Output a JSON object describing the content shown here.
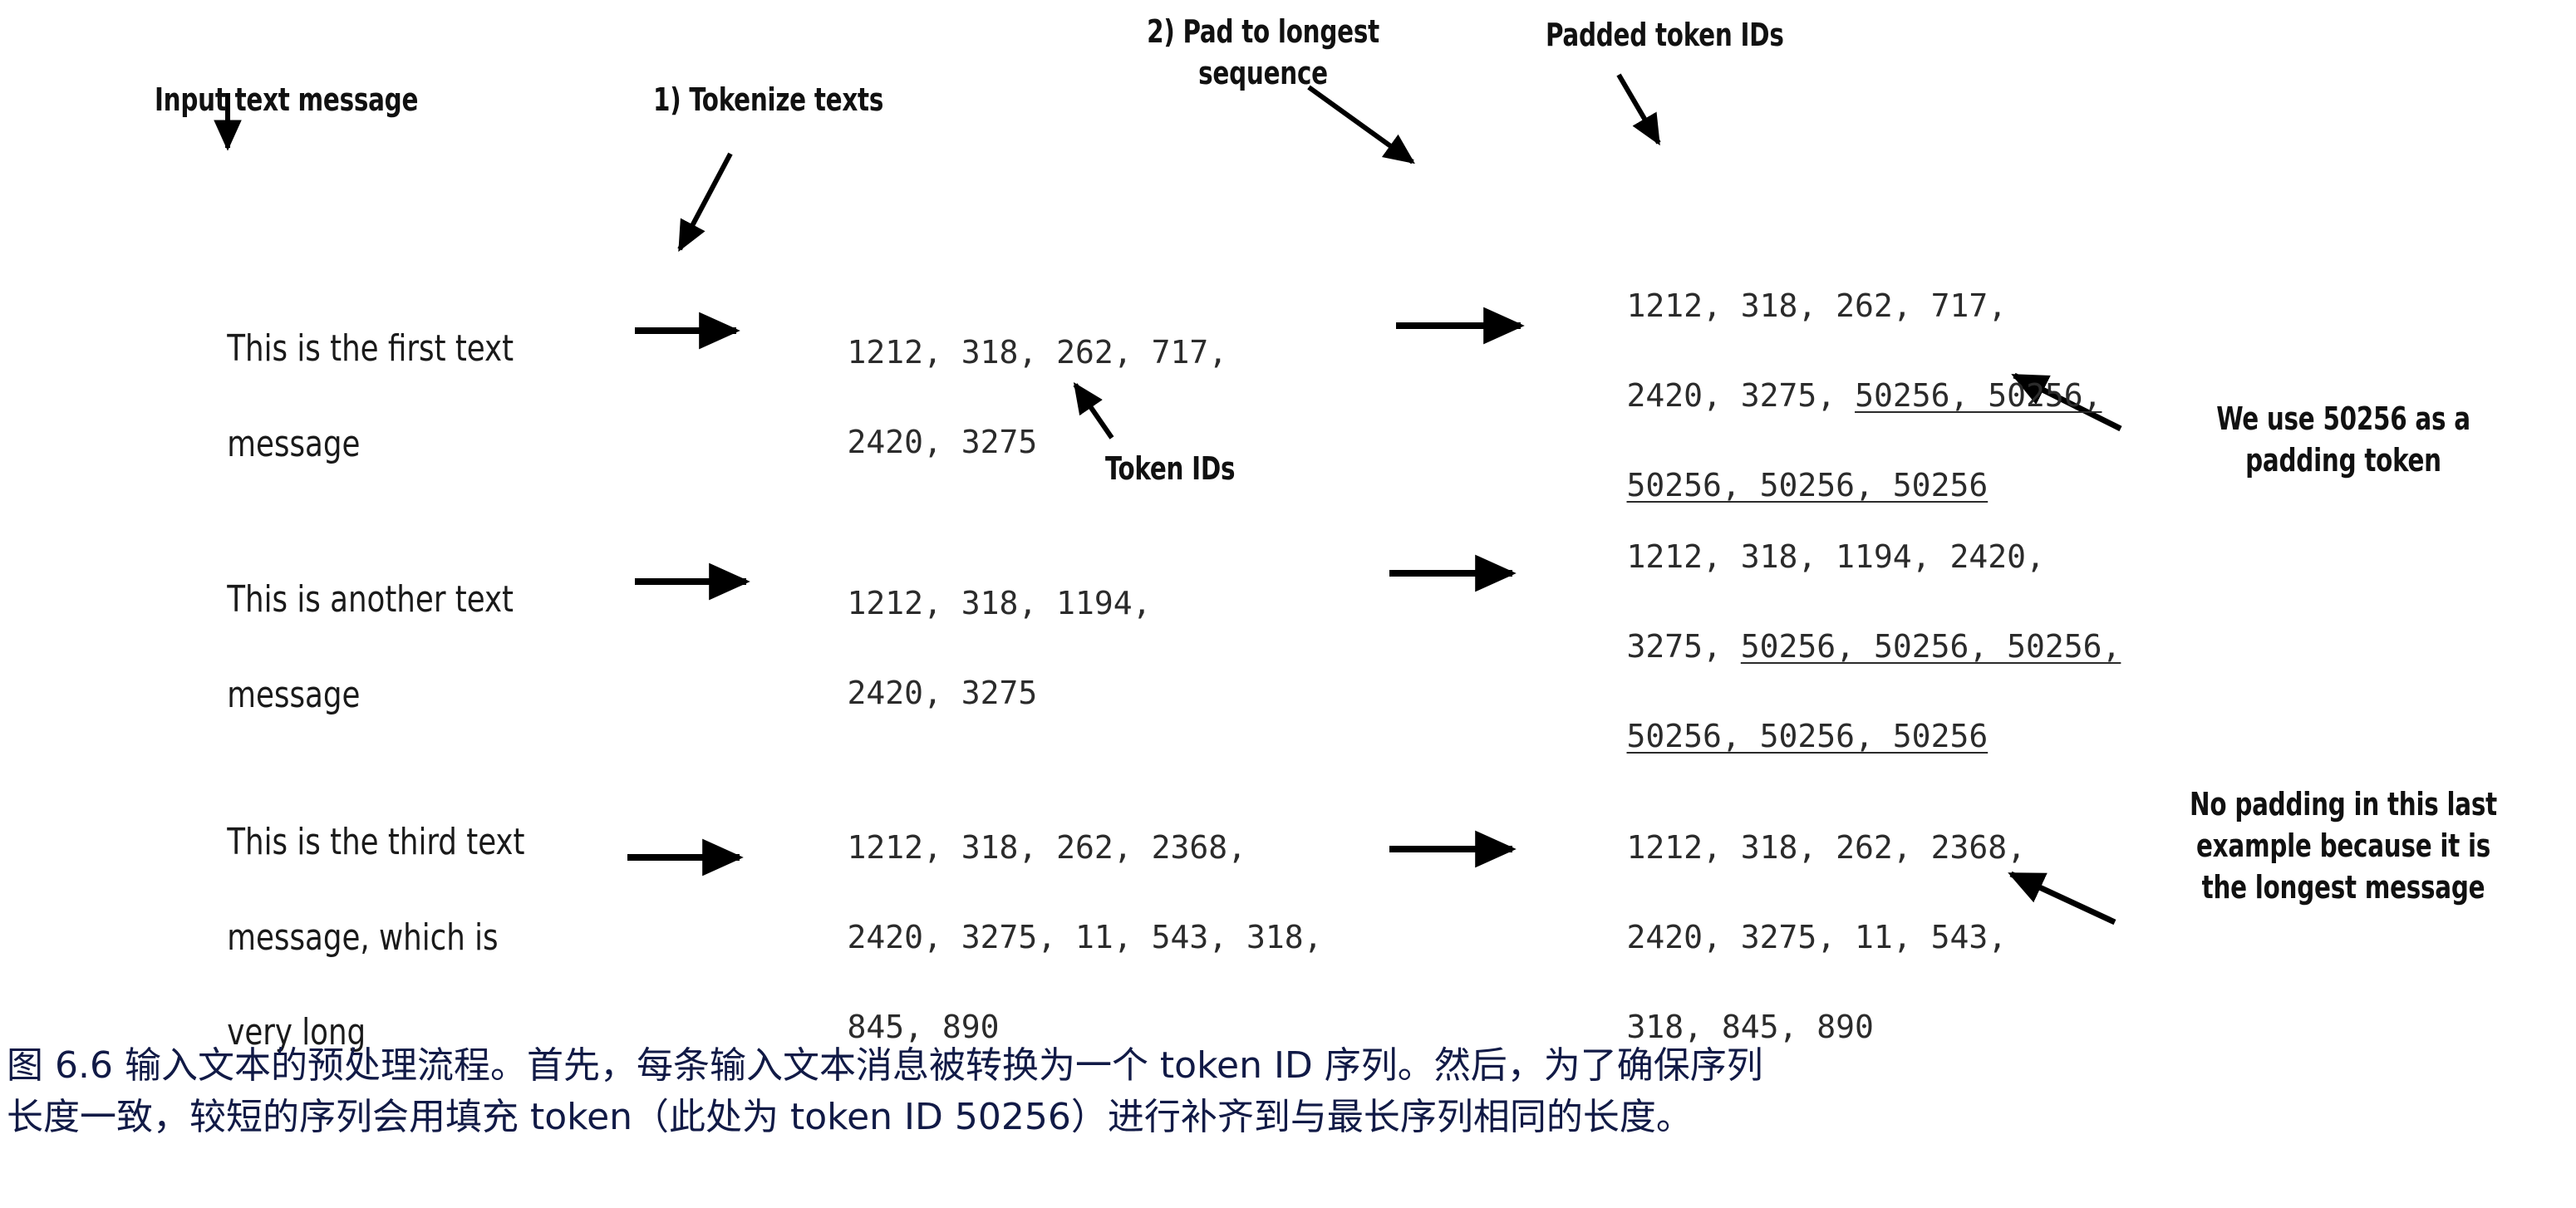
{
  "figure": {
    "headers": {
      "input_label": "Input text message",
      "step1_label": "1) Tokenize texts",
      "step2_label_line1": "2) Pad to longest",
      "step2_label_line2": "sequence",
      "padded_label": "Padded token IDs",
      "token_ids_label": "Token IDs"
    },
    "rows": [
      {
        "message_line1": "This is the first text",
        "message_line2": "message",
        "message_line3": "",
        "token_ids_line1": "1212, 318, 262, 717,",
        "token_ids_line2": "2420, 3275",
        "token_ids_line3": "",
        "padded_line1_plain": "1212, 318, 262, 717,",
        "padded_line2_plain": "2420, 3275, ",
        "padded_line2_pad": "50256, 50256,",
        "padded_line3_pad": "50256, 50256, 50256"
      },
      {
        "message_line1": "This is another text",
        "message_line2": "message",
        "message_line3": "",
        "token_ids_line1": "1212, 318, 1194,",
        "token_ids_line2": "2420, 3275",
        "token_ids_line3": "",
        "padded_line1_plain": "1212, 318, 1194, 2420,",
        "padded_line2_plain": "3275, ",
        "padded_line2_pad": "50256, 50256, 50256,",
        "padded_line3_pad": "50256, 50256, 50256"
      },
      {
        "message_line1": "This is the third text",
        "message_line2": "message, which is",
        "message_line3": "very long",
        "token_ids_line1": "1212, 318, 262, 2368,",
        "token_ids_line2": "2420, 3275, 11, 543, 318,",
        "token_ids_line3": "845, 890",
        "padded_line1_plain": "1212, 318, 262, 2368,",
        "padded_line2_plain": "2420, 3275, 11, 543,",
        "padded_line2_pad": "",
        "padded_line3_pad": "",
        "padded_line3_plain": "318, 845, 890"
      }
    ],
    "notes": {
      "padding_note_line1": "We use 50256 as a",
      "padding_note_line2": "padding token",
      "no_padding_note_line1": "No padding in this last",
      "no_padding_note_line2": "example because it is",
      "no_padding_note_line3": "the longest message"
    }
  },
  "caption": {
    "line1": "图 6.6 输入文本的预处理流程。首先，每条输入文本消息被转换为一个 token ID 序列。然后，为了确保序列",
    "line2": "长度一致，较短的序列会用填充 token（此处为 token ID 50256）进行补齐到与最长序列相同的长度。"
  },
  "colors": {
    "background": "#ffffff",
    "annotation_text": "#111111",
    "message_text": "#1a1a1a",
    "token_id_text": "#2b2b2b",
    "caption_text": "#111a46",
    "arrow": "#000000"
  }
}
